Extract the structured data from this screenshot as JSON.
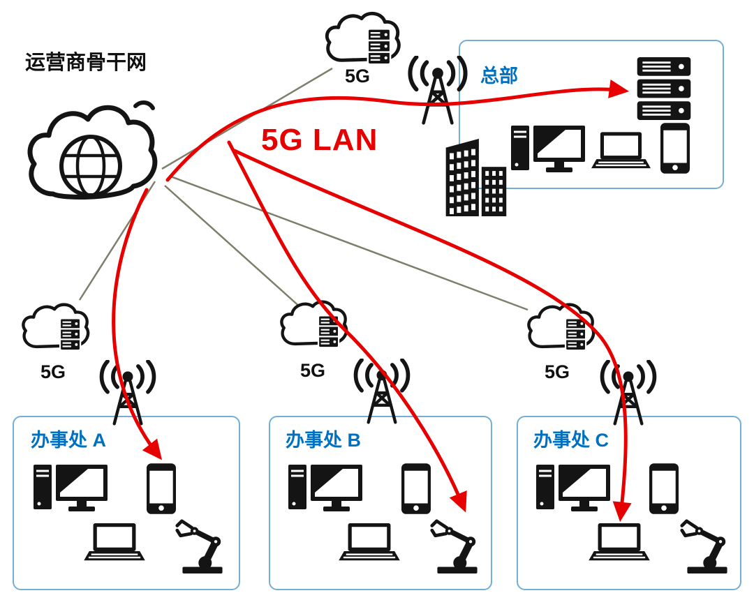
{
  "colors": {
    "arrow_red": "#e60000",
    "label_blue": "#0070c0",
    "box_border": "#72aed6",
    "line_olive": "#7e7e6a",
    "icon_black": "#141414"
  },
  "backbone": {
    "label": "运营商骨干网",
    "icon": "cloud-globe-icon"
  },
  "lan": {
    "label": "5G LAN"
  },
  "sites": {
    "hq": {
      "label": "总部",
      "access": "5G",
      "icons": [
        "cloud-server-icon",
        "cell-tower-icon",
        "building-icon",
        "server-rack-icon",
        "desktop-icon",
        "laptop-icon",
        "smartphone-icon"
      ]
    },
    "a": {
      "label": "办事处 A",
      "access": "5G",
      "icons": [
        "cloud-server-icon",
        "cell-tower-icon",
        "desktop-icon",
        "smartphone-icon",
        "laptop-icon",
        "robot-arm-icon"
      ]
    },
    "b": {
      "label": "办事处 B",
      "access": "5G",
      "icons": [
        "cloud-server-icon",
        "cell-tower-icon",
        "desktop-icon",
        "smartphone-icon",
        "laptop-icon",
        "robot-arm-icon"
      ]
    },
    "c": {
      "label": "办事处 C",
      "access": "5G",
      "icons": [
        "cloud-server-icon",
        "cell-tower-icon",
        "desktop-icon",
        "smartphone-icon",
        "laptop-icon",
        "robot-arm-icon"
      ]
    }
  }
}
